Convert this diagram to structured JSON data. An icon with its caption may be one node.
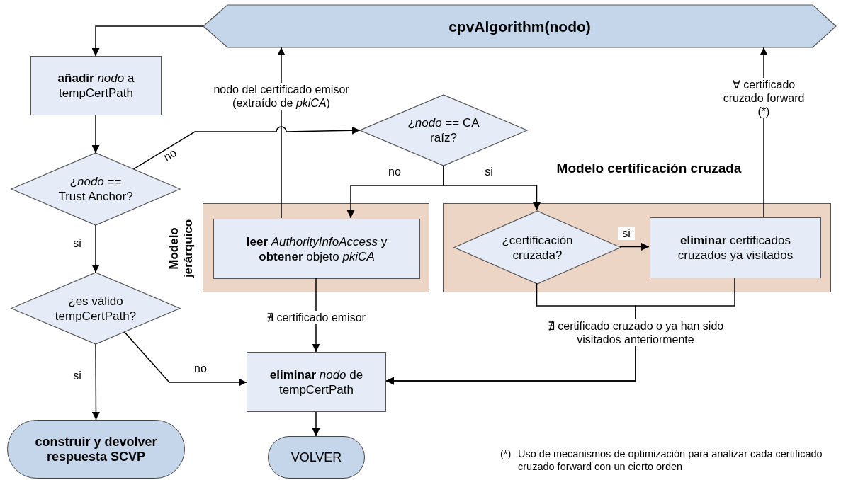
{
  "diagram": {
    "nodes": [
      {
        "text": [
          "cpvAlgorithm(nodo)"
        ]
      },
      {
        "text": [
          "**añadir** *nodo* a tempCertPath"
        ]
      },
      {
        "text": [
          "¿*nodo* == Trust Anchor?"
        ]
      },
      {
        "text": [
          "¿*nodo* == CA raíz?"
        ]
      },
      {
        "text": [
          "Modelo jerárquico"
        ]
      },
      {
        "text": [
          "**leer** *AuthorityInfoAccess* y **obtener** objeto *pkiCA*"
        ],
        "in": 4
      },
      {
        "text": [
          "Modelo certificación cruzada"
        ]
      },
      {
        "text": [
          "¿certificación cruzada?"
        ],
        "in": 6
      },
      {
        "text": [
          "**eliminar** certificados cruzados ya visitados"
        ],
        "in": 6
      },
      {
        "text": [
          "¿es válido tempCertPath?"
        ]
      },
      {
        "text": [
          "**eliminar** *nodo* de tempCertPath"
        ]
      },
      {
        "text": [
          "construir y devolver respuesta SCVP"
        ]
      },
      {
        "text": [
          "VOLVER"
        ]
      }
    ],
    "edges": [
      {
        "from": 0,
        "to": 1,
        "arrow": "to"
      },
      {
        "from": 1,
        "to": 2,
        "arrow": "to"
      },
      {
        "from": 2,
        "to": 3,
        "arrow": "to",
        "label": "no"
      },
      {
        "from": 3,
        "to": 5,
        "arrow": "to",
        "label": "no"
      },
      {
        "from": 3,
        "to": 7,
        "arrow": "to",
        "label": "si"
      },
      {
        "from": 2,
        "to": 9,
        "arrow": "to",
        "label": "si"
      },
      {
        "from": 5,
        "to": 0,
        "arrow": "to",
        "label": "nodo del certificado emisor (extraído de *pkiCA*)"
      },
      {
        "from": 5,
        "to": 10,
        "arrow": "to",
        "label": "∄ certificado emisor"
      },
      {
        "from": 7,
        "to": 8,
        "arrow": "to",
        "label": "si"
      },
      {
        "from": 8,
        "to": 0,
        "arrow": "to",
        "label": "∀ certificado cruzado forward (*)"
      },
      {
        "from": 7,
        "to": 10,
        "arrow": "to",
        "label": "∄ certificado cruzado o ya han sido visitados anteriormente"
      },
      {
        "from": 8,
        "to": 10,
        "arrow": "to"
      },
      {
        "from": 9,
        "to": 11,
        "arrow": "to",
        "label": "si"
      },
      {
        "from": 9,
        "to": 10,
        "arrow": "to",
        "label": "no"
      },
      {
        "from": 10,
        "to": 12,
        "arrow": "to"
      }
    ],
    "labels": [
      "(*)",
      "Uso de mecanismos de optimización para analizar cada certificado cruzado forward con un cierto orden"
    ]
  }
}
